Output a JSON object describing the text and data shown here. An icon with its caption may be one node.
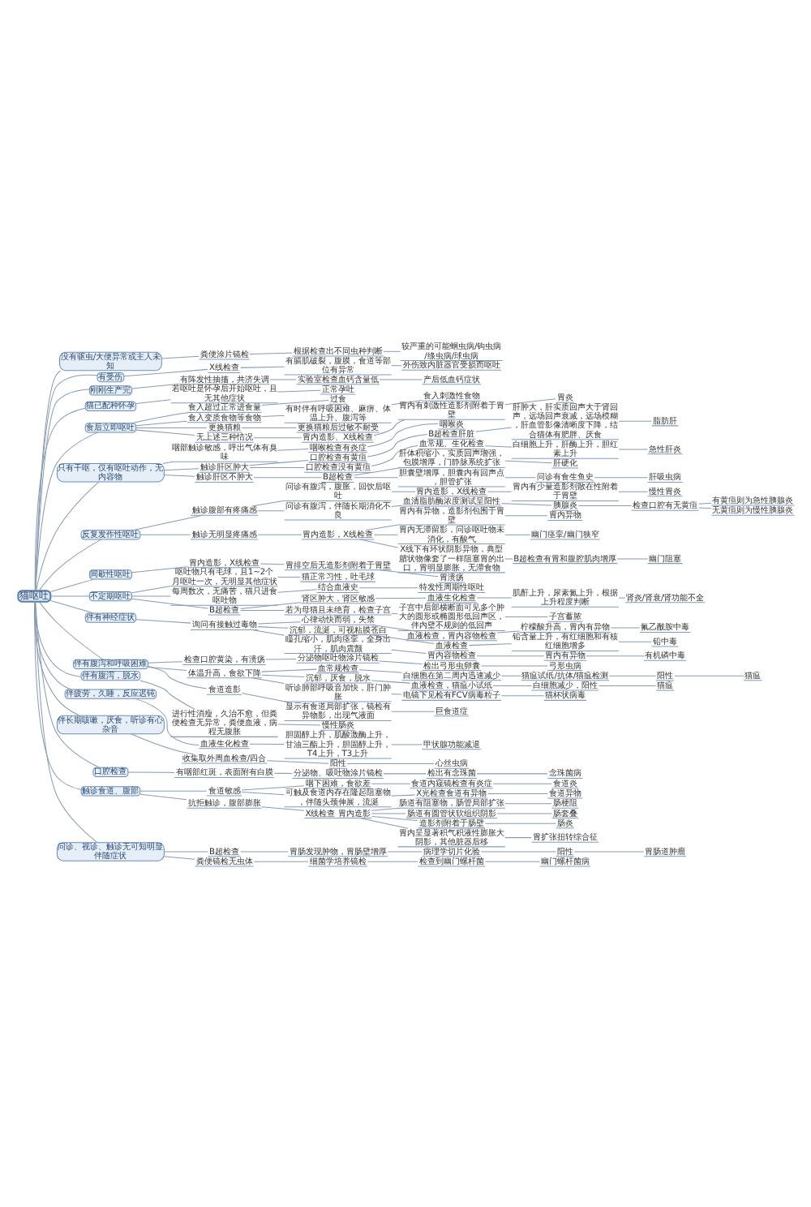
{
  "diagram": {
    "nodes": [
      {
        "text": [
          "猫呕吐"
        ]
      },
      {
        "text": [
          "没有驱虫/大便异常或主人未知"
        ]
      },
      {
        "text": [
          "粪便涂片镜检"
        ]
      },
      {
        "text": [
          "根据检查出不同虫种判断"
        ]
      },
      {
        "text": [
          "较严重的可能蛔虫病/钩虫病/绦虫病/球虫病"
        ]
      },
      {
        "text": [
          "有受伤"
        ]
      },
      {
        "text": [
          "X线检查"
        ]
      },
      {
        "text": [
          "有膈肌破裂，腹膜，食道等部位有异常"
        ]
      },
      {
        "text": [
          "外伤致内脏器官受损而呕吐"
        ]
      },
      {
        "text": [
          "刚刚生产完"
        ]
      },
      {
        "text": [
          "有阵发性抽搐，共济失调"
        ]
      },
      {
        "text": [
          "实验室检查血钙含量低"
        ]
      },
      {
        "text": [
          "产后低血钙症状"
        ]
      },
      {
        "text": [
          "猫已配种怀孕"
        ]
      },
      {
        "text": [
          "若呕吐是怀孕后开始呕吐，且无其他症状"
        ]
      },
      {
        "text": [
          "正常孕吐"
        ]
      },
      {
        "text": [
          "食后立即呕吐"
        ]
      },
      {
        "text": [
          "食入超过正常进食量"
        ]
      },
      {
        "text": [
          "过食"
        ]
      },
      {
        "text": [
          "食入变质食物等食物"
        ]
      },
      {
        "text": [
          "有时伴有呼吸困难、麻痹、体温上升、腹泻等"
        ]
      },
      {
        "text": [
          "食入刺激性食物"
        ]
      },
      {
        "text": [
          "更换猫粮"
        ]
      },
      {
        "text": [
          "更换猫粮后过敏不耐受"
        ]
      },
      {
        "text": [
          "无上述三种情况"
        ]
      },
      {
        "text": [
          "胃内造影、X线检查"
        ]
      },
      {
        "text": [
          "胃内有刺激性造影剂附着于胃壁"
        ]
      },
      {
        "text": [
          "胃炎"
        ]
      },
      {
        "text": [
          "只有干呕，仅有呕吐动作，无内容物"
        ]
      },
      {
        "text": [
          "咽部触诊敏感，呼出气体有臭味"
        ]
      },
      {
        "text": [
          "咽喉检查有炎症"
        ]
      },
      {
        "text": [
          "咽喉炎"
        ]
      },
      {
        "text": [
          "触诊肝区肿大"
        ]
      },
      {
        "text": [
          "口腔检查有黄疸"
        ]
      },
      {
        "text": [
          "B超检查肝脏"
        ]
      },
      {
        "text": [
          "肝肿大，肝实质回声大于肾回声，远场回声衰减，远场模糊，肝血管影像清晰度下降，结合猫体有肥胖、厌食"
        ]
      },
      {
        "text": [
          "脂肪肝"
        ]
      },
      {
        "text": [
          "口腔检查没有黄疸"
        ]
      },
      {
        "text": [
          "血常规、生化检查"
        ]
      },
      {
        "text": [
          "白细胞上升，肝酶上升，胆红素上升"
        ]
      },
      {
        "text": [
          "急性肝炎"
        ]
      },
      {
        "text": [
          "触诊肝区不肿大"
        ]
      },
      {
        "text": [
          "B超检查"
        ]
      },
      {
        "text": [
          "肝体积缩小，实质回声增强，包膜增厚，门静脉系统扩张"
        ]
      },
      {
        "text": [
          "肝硬化"
        ]
      },
      {
        "text": [
          "胆囊壁增厚，胆囊内有回声点，胆管扩张"
        ]
      },
      {
        "text": [
          "问诊有食生鱼史"
        ]
      },
      {
        "text": [
          "肝吸虫病"
        ]
      },
      {
        "text": [
          "反复发作性呕吐"
        ]
      },
      {
        "text": [
          "触诊腹部有疼痛感"
        ]
      },
      {
        "text": [
          "问诊有腹泻，腹胀，回饮后呕吐"
        ]
      },
      {
        "text": [
          "胃内造影，X线检查"
        ]
      },
      {
        "text": [
          "胃内有少量造影剂散在性附着于胃壁"
        ]
      },
      {
        "text": [
          "慢性胃炎"
        ]
      },
      {
        "text": [
          "问诊有腹泻，伴随长期消化不良"
        ]
      },
      {
        "text": [
          "血清脂肪酶浓度测试呈阳性"
        ]
      },
      {
        "text": [
          "胰腺炎"
        ]
      },
      {
        "text": [
          "检查口腔有无黄疸"
        ]
      },
      {
        "text": [
          "有黄疸则为急性胰腺炎"
        ]
      },
      {
        "text": [
          "无黄疸则为慢性胰腺炎"
        ]
      },
      {
        "text": [
          "触诊无明显疼痛感"
        ]
      },
      {
        "text": [
          "胃内造影，X线检查"
        ]
      },
      {
        "text": [
          "胃内有异物，造影剂包围于胃壁"
        ]
      },
      {
        "text": [
          "胃内异物"
        ]
      },
      {
        "text": [
          "胃内无滞留影，问诊呕吐物未消化，有酸气"
        ]
      },
      {
        "text": [
          "幽门痉挛/幽门狭窄"
        ]
      },
      {
        "text": [
          "X线下有环状阴影异物，典型腊状物像套了一样阻塞胃的出口，胃明显膨胀，无滞食物"
        ]
      },
      {
        "text": [
          "B超检查有胃和腹腔肌肉增厚"
        ]
      },
      {
        "text": [
          "幽门阻塞"
        ]
      },
      {
        "text": [
          "间歇性呕吐"
        ]
      },
      {
        "text": [
          "胃内造影，X线检查"
        ]
      },
      {
        "text": [
          "胃排空后无造影剂附着于胃壁"
        ]
      },
      {
        "text": [
          "胃溃疡"
        ]
      },
      {
        "text": [
          "不定期呕吐"
        ]
      },
      {
        "text": [
          "呕吐物只有毛球，且1~2个月呕吐一次，无明显其他症状"
        ]
      },
      {
        "text": [
          "猫正常习性，吐毛球"
        ]
      },
      {
        "text": [
          "每周数次，无痛苦，猫只进食呕吐物"
        ]
      },
      {
        "text": [
          "结合血液史"
        ]
      },
      {
        "text": [
          "特发性周期性呕吐"
        ]
      },
      {
        "text": [
          "B超检查"
        ]
      },
      {
        "text": [
          "肾区肿大，肾区敏感"
        ]
      },
      {
        "text": [
          "血液生化检查"
        ]
      },
      {
        "text": [
          "肌酐上升，尿素氮上升，根据上升程度判断"
        ]
      },
      {
        "text": [
          "肾炎/肾衰/肾功能不全"
        ]
      },
      {
        "text": [
          "若为母猫且未绝育，检查子宫"
        ]
      },
      {
        "text": [
          "子宫中后部横断面可见多个肿大的圆形或椭圆形低回声区，伴内壁不规则的低回声"
        ]
      },
      {
        "text": [
          "子宫蓄脓"
        ]
      },
      {
        "text": [
          "伴有神经症状"
        ]
      },
      {
        "text": [
          "询问有接触过毒物"
        ]
      },
      {
        "text": [
          "心律动快而弱，失禁"
        ]
      },
      {
        "text": [
          "血液检查，胃内容物检查"
        ]
      },
      {
        "text": [
          "柠檬酸升高，胃内有异物"
        ]
      },
      {
        "text": [
          "氟乙酰胺中毒"
        ]
      },
      {
        "text": [
          "沉郁，流涎，可视粘膜苍白"
        ]
      },
      {
        "text": [
          "血液检查"
        ]
      },
      {
        "text": [
          "铅含量上升，有红细胞和有核红细胞增多"
        ]
      },
      {
        "text": [
          "铅中毒"
        ]
      },
      {
        "text": [
          "瞳孔缩小，肌肉痉挛，全身出汗，肌肉震颤"
        ]
      },
      {
        "text": [
          "胃内容物检查"
        ]
      },
      {
        "text": [
          "胃内有异物"
        ]
      },
      {
        "text": [
          "有机磷中毒"
        ]
      },
      {
        "text": [
          "伴有腹泻和呼吸困难"
        ]
      },
      {
        "text": [
          "检查口腔黄染，有溃疡"
        ]
      },
      {
        "text": [
          "分泌物呕吐物涂片镜检"
        ]
      },
      {
        "text": [
          "检出弓形虫卵囊"
        ]
      },
      {
        "text": [
          "弓形虫病"
        ]
      },
      {
        "text": [
          "体温升高，食欲下降"
        ]
      },
      {
        "text": [
          "血常规检查"
        ]
      },
      {
        "text": [
          "白细胞在第二周内迅速减少"
        ]
      },
      {
        "text": [
          "猫瘟试纸/抗体/猫瘟检测"
        ]
      },
      {
        "text": [
          "阳性"
        ]
      },
      {
        "text": [
          "猫瘟"
        ]
      },
      {
        "text": [
          "沉郁，厌食，脱水"
        ]
      },
      {
        "text": [
          "血液检查，猫瘟小试纸"
        ]
      },
      {
        "text": [
          "白细胞减少，阳性"
        ]
      },
      {
        "text": [
          "猫瘟"
        ]
      },
      {
        "text": [
          "听诊肺部呼吸音加快，肝门肿胀"
        ]
      },
      {
        "text": [
          "电镜下见检有FCV病毒粒子"
        ]
      },
      {
        "text": [
          "猫杯状病毒"
        ]
      },
      {
        "text": [
          "食道造影"
        ]
      },
      {
        "text": [
          "显示有食道局部扩张，镜检有异物影，出现气液面"
        ]
      },
      {
        "text": [
          "巨食道症"
        ]
      },
      {
        "text": [
          "伴有腹泻，脱水"
        ]
      },
      {
        "text": [
          "进行性消瘦，久治不愈，但粪便检查无异常，粪便血液，病程无腹胀"
        ]
      },
      {
        "text": [
          "慢性肠炎"
        ]
      },
      {
        "text": [
          "伴疲劳，久睡，反应迟钝"
        ]
      },
      {
        "text": [
          "血液生化检查"
        ]
      },
      {
        "text": [
          "胆固醇上升，肌酸激酶上升，甘油三酯上升，胆固醇上升，T4上升，T3上升"
        ]
      },
      {
        "text": [
          "甲状腺功能减退"
        ]
      },
      {
        "text": [
          "伴长期咳嗽，厌食，听诊有心杂音"
        ]
      },
      {
        "text": [
          "收集取外周血检查/四合"
        ]
      },
      {
        "text": [
          "阳性"
        ]
      },
      {
        "text": [
          "心丝虫病"
        ]
      },
      {
        "text": [
          "口腔检查"
        ]
      },
      {
        "text": [
          "有咽部红斑，表面附有白膜"
        ]
      },
      {
        "text": [
          "分泌物、吸吐物涂片镜检"
        ]
      },
      {
        "text": [
          "检出有念珠菌"
        ]
      },
      {
        "text": [
          "念珠菌病"
        ]
      },
      {
        "text": [
          "触诊食道、腹部"
        ]
      },
      {
        "text": [
          "食道敏感"
        ]
      },
      {
        "text": [
          "咽下困难，食欲差"
        ]
      },
      {
        "text": [
          "食道内窥镜检查有炎症"
        ]
      },
      {
        "text": [
          "食道炎"
        ]
      },
      {
        "text": [
          "可触及食道内存在隆起阻塞物，伴随头颈伸展，流涎"
        ]
      },
      {
        "text": [
          "X光检查食道有异物"
        ]
      },
      {
        "text": [
          "食道异物"
        ]
      },
      {
        "text": [
          "抗拒触诊，腹部膨胀"
        ]
      },
      {
        "text": [
          "X线检查 胃内造影"
        ]
      },
      {
        "text": [
          "肠道有阻塞物，肠管局部扩张"
        ]
      },
      {
        "text": [
          "肠梗阻"
        ]
      },
      {
        "text": [
          "肠道有圆管状软组织阴影"
        ]
      },
      {
        "text": [
          "肠套叠"
        ]
      },
      {
        "text": [
          "造影剂附着于肠壁"
        ]
      },
      {
        "text": [
          "肠炎"
        ]
      },
      {
        "text": [
          "胃内呈显著积气积液性膨胀大阴影，其他脏器后移"
        ]
      },
      {
        "text": [
          "胃扩张扭转综合征"
        ]
      },
      {
        "text": [
          "问诊、视诊、触诊无可知明显伴随症状"
        ]
      },
      {
        "text": [
          "B超检查"
        ]
      },
      {
        "text": [
          "胃肠发现肿物，胃肠壁增厚"
        ]
      },
      {
        "text": [
          "病理学切片化验"
        ]
      },
      {
        "text": [
          "阳性"
        ]
      },
      {
        "text": [
          "胃肠道肿瘤"
        ]
      },
      {
        "text": [
          "粪便镜检无虫体"
        ]
      },
      {
        "text": [
          "细菌学培养镜检"
        ]
      },
      {
        "text": [
          "检查到幽门螺杆菌"
        ]
      },
      {
        "text": [
          "幽门螺杆菌病"
        ]
      }
    ],
    "edges": [
      {
        "from": 0,
        "to": 1,
        "arrow": "none"
      },
      {
        "from": 1,
        "to": 2,
        "arrow": "none"
      },
      {
        "from": 2,
        "to": 3,
        "arrow": "none"
      },
      {
        "from": 3,
        "to": 4,
        "arrow": "none"
      },
      {
        "from": 0,
        "to": 5,
        "arrow": "none"
      },
      {
        "from": 5,
        "to": 6,
        "arrow": "none"
      },
      {
        "from": 6,
        "to": 7,
        "arrow": "none"
      },
      {
        "from": 7,
        "to": 8,
        "arrow": "none"
      },
      {
        "from": 0,
        "to": 9,
        "arrow": "none"
      },
      {
        "from": 9,
        "to": 10,
        "arrow": "none"
      },
      {
        "from": 10,
        "to": 11,
        "arrow": "none"
      },
      {
        "from": 11,
        "to": 12,
        "arrow": "none"
      },
      {
        "from": 0,
        "to": 13,
        "arrow": "none"
      },
      {
        "from": 13,
        "to": 14,
        "arrow": "none"
      },
      {
        "from": 14,
        "to": 15,
        "arrow": "none"
      },
      {
        "from": 0,
        "to": 16,
        "arrow": "none"
      },
      {
        "from": 16,
        "to": 17,
        "arrow": "none"
      },
      {
        "from": 17,
        "to": 18,
        "arrow": "none"
      },
      {
        "from": 16,
        "to": 19,
        "arrow": "none"
      },
      {
        "from": 19,
        "to": 20,
        "arrow": "none"
      },
      {
        "from": 20,
        "to": 21,
        "arrow": "none"
      },
      {
        "from": 16,
        "to": 22,
        "arrow": "none"
      },
      {
        "from": 22,
        "to": 23,
        "arrow": "none"
      },
      {
        "from": 16,
        "to": 24,
        "arrow": "none"
      },
      {
        "from": 24,
        "to": 25,
        "arrow": "none"
      },
      {
        "from": 25,
        "to": 26,
        "arrow": "none"
      },
      {
        "from": 26,
        "to": 27,
        "arrow": "none"
      },
      {
        "from": 0,
        "to": 28,
        "arrow": "none"
      },
      {
        "from": 28,
        "to": 29,
        "arrow": "none"
      },
      {
        "from": 29,
        "to": 30,
        "arrow": "none"
      },
      {
        "from": 30,
        "to": 31,
        "arrow": "none"
      },
      {
        "from": 28,
        "to": 32,
        "arrow": "none"
      },
      {
        "from": 32,
        "to": 33,
        "arrow": "none"
      },
      {
        "from": 33,
        "to": 34,
        "arrow": "none"
      },
      {
        "from": 34,
        "to": 35,
        "arrow": "none"
      },
      {
        "from": 35,
        "to": 36,
        "arrow": "none"
      },
      {
        "from": 32,
        "to": 37,
        "arrow": "none"
      },
      {
        "from": 37,
        "to": 38,
        "arrow": "none"
      },
      {
        "from": 38,
        "to": 39,
        "arrow": "none"
      },
      {
        "from": 39,
        "to": 40,
        "arrow": "none"
      },
      {
        "from": 28,
        "to": 41,
        "arrow": "none"
      },
      {
        "from": 41,
        "to": 42,
        "arrow": "none"
      },
      {
        "from": 42,
        "to": 43,
        "arrow": "none"
      },
      {
        "from": 43,
        "to": 44,
        "arrow": "none"
      },
      {
        "from": 42,
        "to": 45,
        "arrow": "none"
      },
      {
        "from": 45,
        "to": 46,
        "arrow": "none"
      },
      {
        "from": 46,
        "to": 47,
        "arrow": "none"
      },
      {
        "from": 0,
        "to": 48,
        "arrow": "none"
      },
      {
        "from": 48,
        "to": 49,
        "arrow": "none"
      },
      {
        "from": 49,
        "to": 50,
        "arrow": "none"
      },
      {
        "from": 50,
        "to": 51,
        "arrow": "none"
      },
      {
        "from": 51,
        "to": 52,
        "arrow": "none"
      },
      {
        "from": 52,
        "to": 53,
        "arrow": "none"
      },
      {
        "from": 49,
        "to": 54,
        "arrow": "none"
      },
      {
        "from": 54,
        "to": 55,
        "arrow": "none"
      },
      {
        "from": 55,
        "to": 56,
        "arrow": "none"
      },
      {
        "from": 56,
        "to": 57,
        "arrow": "none"
      },
      {
        "from": 57,
        "to": 58,
        "arrow": "none"
      },
      {
        "from": 57,
        "to": 59,
        "arrow": "none"
      },
      {
        "from": 48,
        "to": 60,
        "arrow": "none"
      },
      {
        "from": 60,
        "to": 61,
        "arrow": "none"
      },
      {
        "from": 61,
        "to": 62,
        "arrow": "none"
      },
      {
        "from": 62,
        "to": 63,
        "arrow": "none"
      },
      {
        "from": 61,
        "to": 64,
        "arrow": "none"
      },
      {
        "from": 64,
        "to": 65,
        "arrow": "none"
      },
      {
        "from": 61,
        "to": 66,
        "arrow": "none"
      },
      {
        "from": 66,
        "to": 67,
        "arrow": "none"
      },
      {
        "from": 67,
        "to": 68,
        "arrow": "none"
      },
      {
        "from": 0,
        "to": 69,
        "arrow": "none"
      },
      {
        "from": 69,
        "to": 70,
        "arrow": "none"
      },
      {
        "from": 70,
        "to": 71,
        "arrow": "none"
      },
      {
        "from": 71,
        "to": 72,
        "arrow": "none"
      },
      {
        "from": 0,
        "to": 73,
        "arrow": "none"
      },
      {
        "from": 73,
        "to": 74,
        "arrow": "none"
      },
      {
        "from": 74,
        "to": 75,
        "arrow": "none"
      },
      {
        "from": 73,
        "to": 76,
        "arrow": "none"
      },
      {
        "from": 76,
        "to": 77,
        "arrow": "none"
      },
      {
        "from": 77,
        "to": 78,
        "arrow": "none"
      },
      {
        "from": 73,
        "to": 79,
        "arrow": "none"
      },
      {
        "from": 79,
        "to": 80,
        "arrow": "none"
      },
      {
        "from": 80,
        "to": 81,
        "arrow": "none"
      },
      {
        "from": 81,
        "to": 82,
        "arrow": "none"
      },
      {
        "from": 82,
        "to": 83,
        "arrow": "none"
      },
      {
        "from": 79,
        "to": 84,
        "arrow": "none"
      },
      {
        "from": 84,
        "to": 85,
        "arrow": "none"
      },
      {
        "from": 85,
        "to": 86,
        "arrow": "none"
      },
      {
        "from": 0,
        "to": 87,
        "arrow": "none"
      },
      {
        "from": 87,
        "to": 88,
        "arrow": "none"
      },
      {
        "from": 88,
        "to": 89,
        "arrow": "none"
      },
      {
        "from": 89,
        "to": 90,
        "arrow": "none"
      },
      {
        "from": 90,
        "to": 91,
        "arrow": "none"
      },
      {
        "from": 91,
        "to": 92,
        "arrow": "none"
      },
      {
        "from": 88,
        "to": 93,
        "arrow": "none"
      },
      {
        "from": 93,
        "to": 94,
        "arrow": "none"
      },
      {
        "from": 94,
        "to": 95,
        "arrow": "none"
      },
      {
        "from": 95,
        "to": 96,
        "arrow": "none"
      },
      {
        "from": 88,
        "to": 97,
        "arrow": "none"
      },
      {
        "from": 97,
        "to": 98,
        "arrow": "none"
      },
      {
        "from": 98,
        "to": 99,
        "arrow": "none"
      },
      {
        "from": 99,
        "to": 100,
        "arrow": "none"
      },
      {
        "from": 0,
        "to": 101,
        "arrow": "none"
      },
      {
        "from": 101,
        "to": 102,
        "arrow": "none"
      },
      {
        "from": 102,
        "to": 103,
        "arrow": "none"
      },
      {
        "from": 103,
        "to": 104,
        "arrow": "none"
      },
      {
        "from": 104,
        "to": 105,
        "arrow": "none"
      },
      {
        "from": 101,
        "to": 106,
        "arrow": "none"
      },
      {
        "from": 106,
        "to": 107,
        "arrow": "none"
      },
      {
        "from": 107,
        "to": 108,
        "arrow": "none"
      },
      {
        "from": 108,
        "to": 109,
        "arrow": "none"
      },
      {
        "from": 109,
        "to": 110,
        "arrow": "none"
      },
      {
        "from": 110,
        "to": 111,
        "arrow": "none"
      },
      {
        "from": 106,
        "to": 112,
        "arrow": "none"
      },
      {
        "from": 112,
        "to": 113,
        "arrow": "none"
      },
      {
        "from": 113,
        "to": 114,
        "arrow": "none"
      },
      {
        "from": 114,
        "to": 115,
        "arrow": "none"
      },
      {
        "from": 106,
        "to": 116,
        "arrow": "none"
      },
      {
        "from": 116,
        "to": 117,
        "arrow": "none"
      },
      {
        "from": 117,
        "to": 118,
        "arrow": "none"
      },
      {
        "from": 101,
        "to": 119,
        "arrow": "none"
      },
      {
        "from": 119,
        "to": 120,
        "arrow": "none"
      },
      {
        "from": 120,
        "to": 121,
        "arrow": "none"
      },
      {
        "from": 0,
        "to": 122,
        "arrow": "none"
      },
      {
        "from": 122,
        "to": 123,
        "arrow": "none"
      },
      {
        "from": 123,
        "to": 124,
        "arrow": "none"
      },
      {
        "from": 0,
        "to": 125,
        "arrow": "none"
      },
      {
        "from": 125,
        "to": 126,
        "arrow": "none"
      },
      {
        "from": 126,
        "to": 127,
        "arrow": "none"
      },
      {
        "from": 127,
        "to": 128,
        "arrow": "none"
      },
      {
        "from": 0,
        "to": 129,
        "arrow": "none"
      },
      {
        "from": 129,
        "to": 130,
        "arrow": "none"
      },
      {
        "from": 130,
        "to": 131,
        "arrow": "none"
      },
      {
        "from": 131,
        "to": 132,
        "arrow": "none"
      },
      {
        "from": 0,
        "to": 133,
        "arrow": "none"
      },
      {
        "from": 133,
        "to": 134,
        "arrow": "none"
      },
      {
        "from": 134,
        "to": 135,
        "arrow": "none"
      },
      {
        "from": 135,
        "to": 136,
        "arrow": "none"
      },
      {
        "from": 136,
        "to": 137,
        "arrow": "none"
      },
      {
        "from": 0,
        "to": 138,
        "arrow": "none"
      },
      {
        "from": 138,
        "to": 139,
        "arrow": "none"
      },
      {
        "from": 139,
        "to": 140,
        "arrow": "none"
      },
      {
        "from": 140,
        "to": 141,
        "arrow": "none"
      },
      {
        "from": 141,
        "to": 142,
        "arrow": "none"
      },
      {
        "from": 139,
        "to": 143,
        "arrow": "none"
      },
      {
        "from": 143,
        "to": 144,
        "arrow": "none"
      },
      {
        "from": 144,
        "to": 145,
        "arrow": "none"
      },
      {
        "from": 138,
        "to": 146,
        "arrow": "none"
      },
      {
        "from": 146,
        "to": 147,
        "arrow": "none"
      },
      {
        "from": 147,
        "to": 148,
        "arrow": "none"
      },
      {
        "from": 148,
        "to": 149,
        "arrow": "none"
      },
      {
        "from": 147,
        "to": 150,
        "arrow": "none"
      },
      {
        "from": 150,
        "to": 151,
        "arrow": "none"
      },
      {
        "from": 147,
        "to": 152,
        "arrow": "none"
      },
      {
        "from": 152,
        "to": 153,
        "arrow": "none"
      },
      {
        "from": 147,
        "to": 154,
        "arrow": "none"
      },
      {
        "from": 154,
        "to": 155,
        "arrow": "none"
      },
      {
        "from": 0,
        "to": 156,
        "arrow": "none"
      },
      {
        "from": 156,
        "to": 157,
        "arrow": "none"
      },
      {
        "from": 157,
        "to": 158,
        "arrow": "none"
      },
      {
        "from": 158,
        "to": 159,
        "arrow": "none"
      },
      {
        "from": 159,
        "to": 160,
        "arrow": "none"
      },
      {
        "from": 160,
        "to": 161,
        "arrow": "none"
      },
      {
        "from": 156,
        "to": 162,
        "arrow": "none"
      },
      {
        "from": 162,
        "to": 163,
        "arrow": "none"
      },
      {
        "from": 163,
        "to": 164,
        "arrow": "none"
      },
      {
        "from": 164,
        "to": 165,
        "arrow": "none"
      }
    ]
  }
}
